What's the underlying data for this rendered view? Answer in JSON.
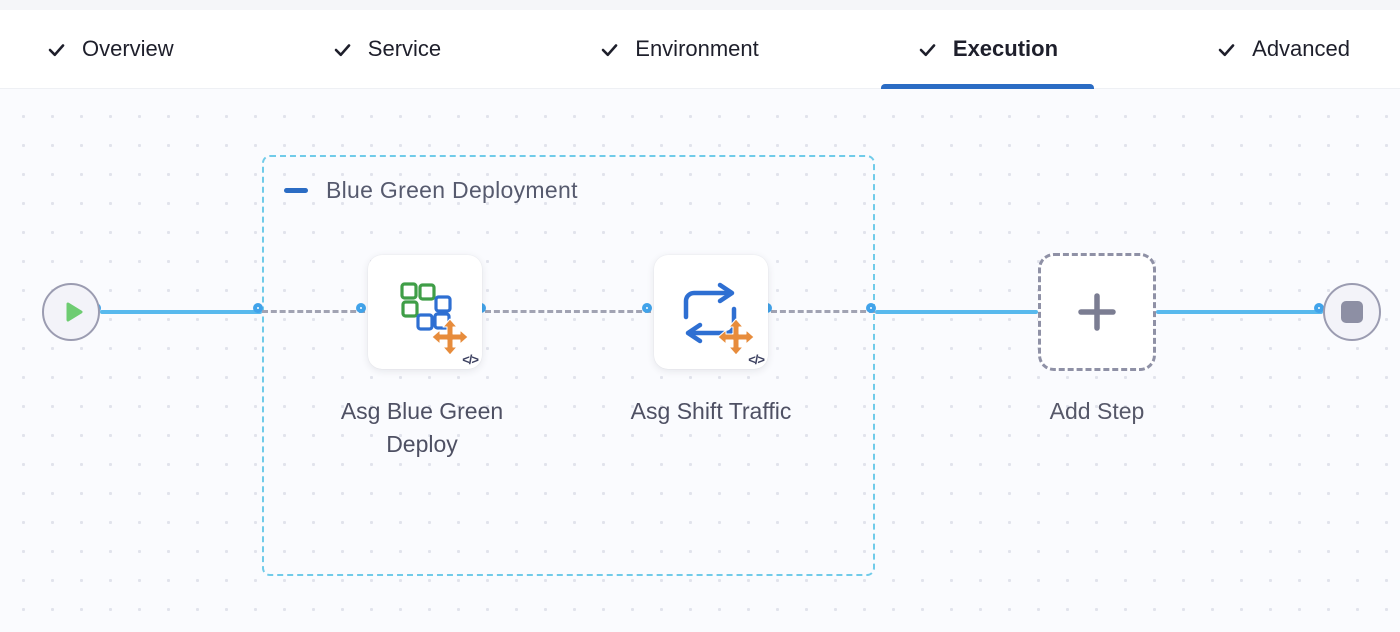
{
  "tab_bar": {
    "active_tab": "Execution",
    "items": [
      {
        "label": "Overview",
        "checked": true,
        "active": false
      },
      {
        "label": "Service",
        "checked": true,
        "active": false
      },
      {
        "label": "Environment",
        "checked": true,
        "active": false
      },
      {
        "label": "Execution",
        "checked": true,
        "active": true
      },
      {
        "label": "Advanced",
        "checked": true,
        "active": false
      }
    ]
  },
  "pipeline": {
    "group": {
      "label": "Blue Green Deployment",
      "collapse_icon": "minus-icon"
    },
    "start_node": {
      "icon": "play-icon"
    },
    "end_node": {
      "icon": "stop-icon"
    },
    "steps": [
      {
        "label": "Asg Blue Green Deploy",
        "icon": "asg-blue-green-icon",
        "code_badge": "</>"
      },
      {
        "label": "Asg Shift Traffic",
        "icon": "asg-shift-traffic-icon",
        "code_badge": "</>"
      }
    ],
    "add_step": {
      "label": "Add Step",
      "icon": "plus-icon"
    }
  },
  "colors": {
    "active_tab_underline": "#2b6cc4",
    "edge_blue": "#58b9ed",
    "port_ring_blue": "#41a3ea",
    "group_border_cyan": "#70cbe9",
    "dashed_edge_gray": "#a1a3b3",
    "play_green": "#6ecc72",
    "stop_gray": "#8d8fa4",
    "icon_green": "#3f9e47",
    "icon_blue": "#2e6fd2",
    "icon_orange": "#e78c3c"
  }
}
